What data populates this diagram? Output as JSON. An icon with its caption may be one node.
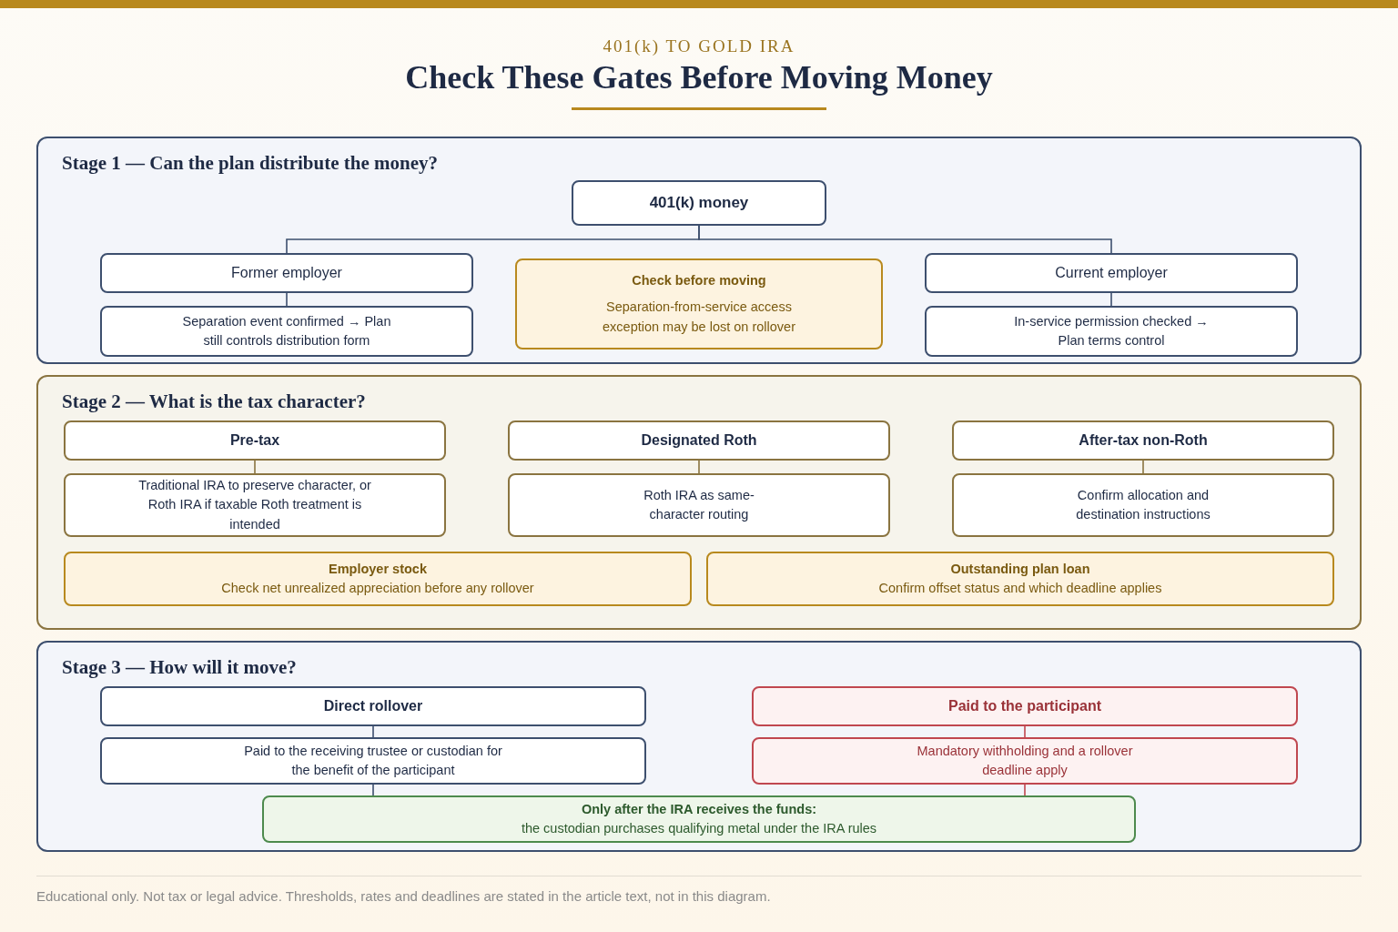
{
  "diagram": {
    "title": "Check These Gates Before Moving Money",
    "nodes": [
      {
        "text": [
          "Stage 1 — Can the plan distribute the money?"
        ]
      },
      {
        "text": [
          "401(k) money"
        ],
        "in": 0
      },
      {
        "text": [
          "Former employer"
        ],
        "in": 0
      },
      {
        "text": [
          "Separation event confirmed → Plan still controls distribution form"
        ],
        "in": 0
      },
      {
        "text": [
          "Check before moving",
          "Separation-from-service access exception may be lost on rollover"
        ],
        "in": 0
      },
      {
        "text": [
          "Current employer"
        ],
        "in": 0
      },
      {
        "text": [
          "In-service permission checked → Plan terms control"
        ],
        "in": 0
      },
      {
        "text": [
          "Stage 2 — What is the tax character?"
        ]
      },
      {
        "text": [
          "Pre-tax"
        ],
        "in": 7
      },
      {
        "text": [
          "Traditional IRA to preserve character, or Roth IRA if taxable Roth treatment is intended"
        ],
        "in": 7
      },
      {
        "text": [
          "Designated Roth"
        ],
        "in": 7
      },
      {
        "text": [
          "Roth IRA as same-character routing"
        ],
        "in": 7
      },
      {
        "text": [
          "After-tax non-Roth"
        ],
        "in": 7
      },
      {
        "text": [
          "Confirm allocation and destination instructions"
        ],
        "in": 7
      },
      {
        "text": [
          "Employer stock",
          "Check net unrealized appreciation before any rollover"
        ],
        "in": 7
      },
      {
        "text": [
          "Outstanding plan loan",
          "Confirm offset status and which deadline applies"
        ],
        "in": 7
      },
      {
        "text": [
          "Stage 3 — How will it move?"
        ]
      },
      {
        "text": [
          "Direct rollover"
        ],
        "in": 16
      },
      {
        "text": [
          "Paid to the receiving trustee or custodian for the benefit of the participant"
        ],
        "in": 16
      },
      {
        "text": [
          "Paid to the participant"
        ],
        "in": 16
      },
      {
        "text": [
          "Mandatory withholding and a rollover deadline apply"
        ],
        "in": 16
      },
      {
        "text": [
          "Only after the IRA receives the funds:",
          "the custodian purchases qualifying metal under the IRA rules"
        ],
        "in": 16
      }
    ],
    "edges": [
      {
        "from": 1,
        "to": 2,
        "arrow": "none"
      },
      {
        "from": 1,
        "to": 5,
        "arrow": "none"
      },
      {
        "from": 2,
        "to": 3,
        "arrow": "none"
      },
      {
        "from": 5,
        "to": 6,
        "arrow": "none"
      },
      {
        "from": 8,
        "to": 9,
        "arrow": "none",
        "color": "#8a7440"
      },
      {
        "from": 10,
        "to": 11,
        "arrow": "none",
        "color": "#8a7440"
      },
      {
        "from": 12,
        "to": 13,
        "arrow": "none",
        "color": "#8a7440"
      },
      {
        "from": 17,
        "to": 18,
        "arrow": "none"
      },
      {
        "from": 19,
        "to": 20,
        "arrow": "none",
        "color": "#c0474f"
      },
      {
        "from": 18,
        "to": 21,
        "arrow": "none"
      },
      {
        "from": 20,
        "to": 21,
        "arrow": "none",
        "color": "#c0474f"
      }
    ],
    "labels": [
      "401(k) TO GOLD IRA",
      "Educational only. Not tax or legal advice. Thresholds, rates and deadlines are stated in the article text, not in this diagram."
    ]
  }
}
